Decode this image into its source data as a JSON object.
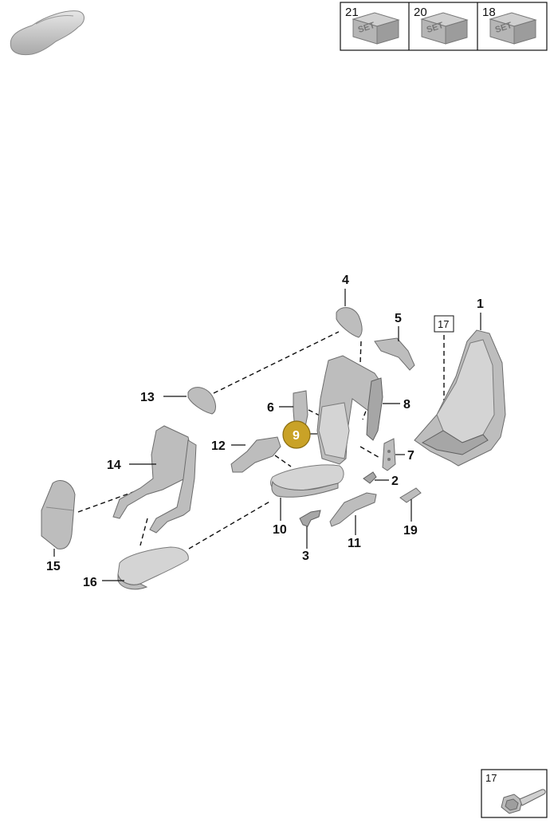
{
  "header": {
    "car_icon": "car-silhouette-icon",
    "sets": [
      {
        "number": "21",
        "badge": "SET"
      },
      {
        "number": "20",
        "badge": "SET"
      },
      {
        "number": "18",
        "badge": "SET"
      }
    ]
  },
  "callouts": {
    "p1": "1",
    "p2": "2",
    "p3": "3",
    "p4": "4",
    "p5": "5",
    "p6": "6",
    "p7": "7",
    "p8": "8",
    "p9": "9",
    "p10": "10",
    "p11": "11",
    "p12": "12",
    "p13": "13",
    "p14": "14",
    "p15": "15",
    "p16": "16",
    "p17": "17",
    "p19": "19"
  },
  "detail_box": {
    "number": "17",
    "icon": "bolt-icon"
  },
  "colors": {
    "highlight": "#c9a227",
    "part_fill": "#bdbdbd"
  }
}
